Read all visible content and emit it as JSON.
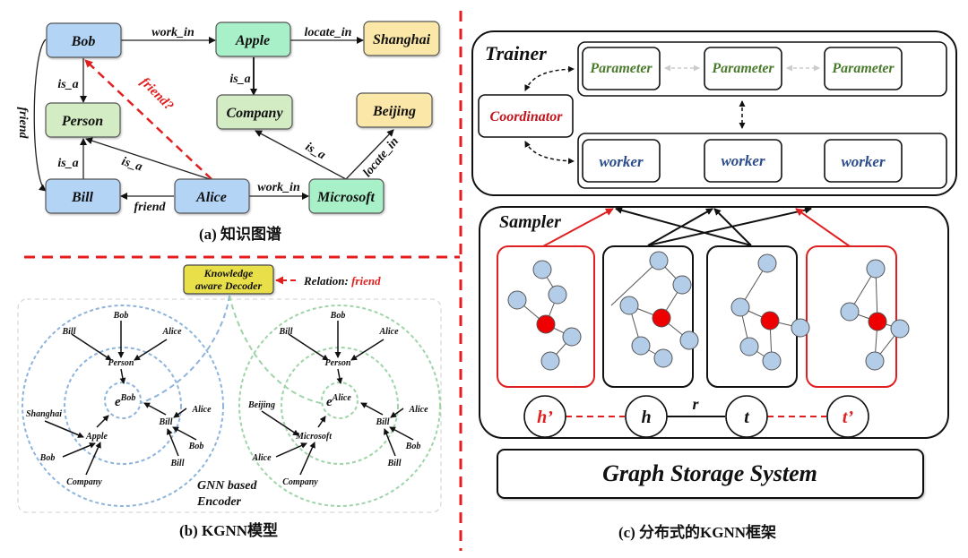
{
  "panel_a": {
    "caption": "(a) 知识图谱",
    "nodes": {
      "bob": "Bob",
      "apple": "Apple",
      "shanghai": "Shanghai",
      "person": "Person",
      "company": "Company",
      "beijing": "Beijing",
      "bill": "Bill",
      "alice": "Alice",
      "microsoft": "Microsoft"
    },
    "edges": {
      "bob_apple": "work_in",
      "apple_shanghai": "locate_in",
      "apple_company": "is_a",
      "bob_person": "is_a",
      "bob_bill": "friend",
      "alice_bob": "friend?",
      "bill_person": "is_a",
      "alice_person": "is_a",
      "alice_bill": "friend",
      "alice_microsoft": "work_in",
      "microsoft_company": "is_a",
      "microsoft_beijing": "locate_in"
    },
    "colors": {
      "person_entity": "#b3d4f5",
      "org_entity": "#a8f0c8",
      "type_entity": "#d4ecc4",
      "place_entity": "#fbe7a8",
      "predicted_edge": "#e02020"
    }
  },
  "panel_b": {
    "caption": "(b) KGNN模型",
    "decoder": {
      "line1": "Knowledge",
      "line2": "aware Decoder",
      "color": "#e8df4a"
    },
    "relation_label": "Relation:",
    "relation_value": "friend",
    "encoder_label_1": "GNN based",
    "encoder_label_2": "Encoder",
    "left_graph": {
      "center": "e",
      "center_sup": "Bob",
      "person": "Person",
      "apple": "Apple",
      "bill": "Bill",
      "outer": [
        "Bob",
        "Bill",
        "Alice",
        "Shanghai",
        "Bob",
        "Company",
        "Alice",
        "Bob",
        "Bill"
      ]
    },
    "right_graph": {
      "center": "e",
      "center_sup": "Alice",
      "person": "Person",
      "microsoft": "Microsoft",
      "bill": "Bill",
      "outer": [
        "Bob",
        "Bill",
        "Alice",
        "Beijing",
        "Alice",
        "Company",
        "Alice",
        "Bob",
        "Bill"
      ]
    },
    "colors": {
      "left_ring": "#8fb4dc",
      "right_ring": "#9fd4a8"
    }
  },
  "panel_c": {
    "caption": "(c) 分布式的KGNN框架",
    "trainer": {
      "title": "Trainer",
      "coordinator": "Coordinator",
      "parameters": [
        "Parameter",
        "Parameter",
        "Parameter"
      ],
      "workers": [
        "worker",
        "worker",
        "worker"
      ]
    },
    "sampler": {
      "title": "Sampler",
      "triple": {
        "h_neg": "h’",
        "h": "h",
        "r": "r",
        "t": "t",
        "t_neg": "t’"
      }
    },
    "storage": "Graph Storage System",
    "colors": {
      "coordinator": "#c0141c",
      "parameter": "#4a7a2c",
      "worker": "#2c4c8c",
      "negative": "#e02020",
      "node": "#b3cde8",
      "center_node": "#ee0000"
    }
  }
}
